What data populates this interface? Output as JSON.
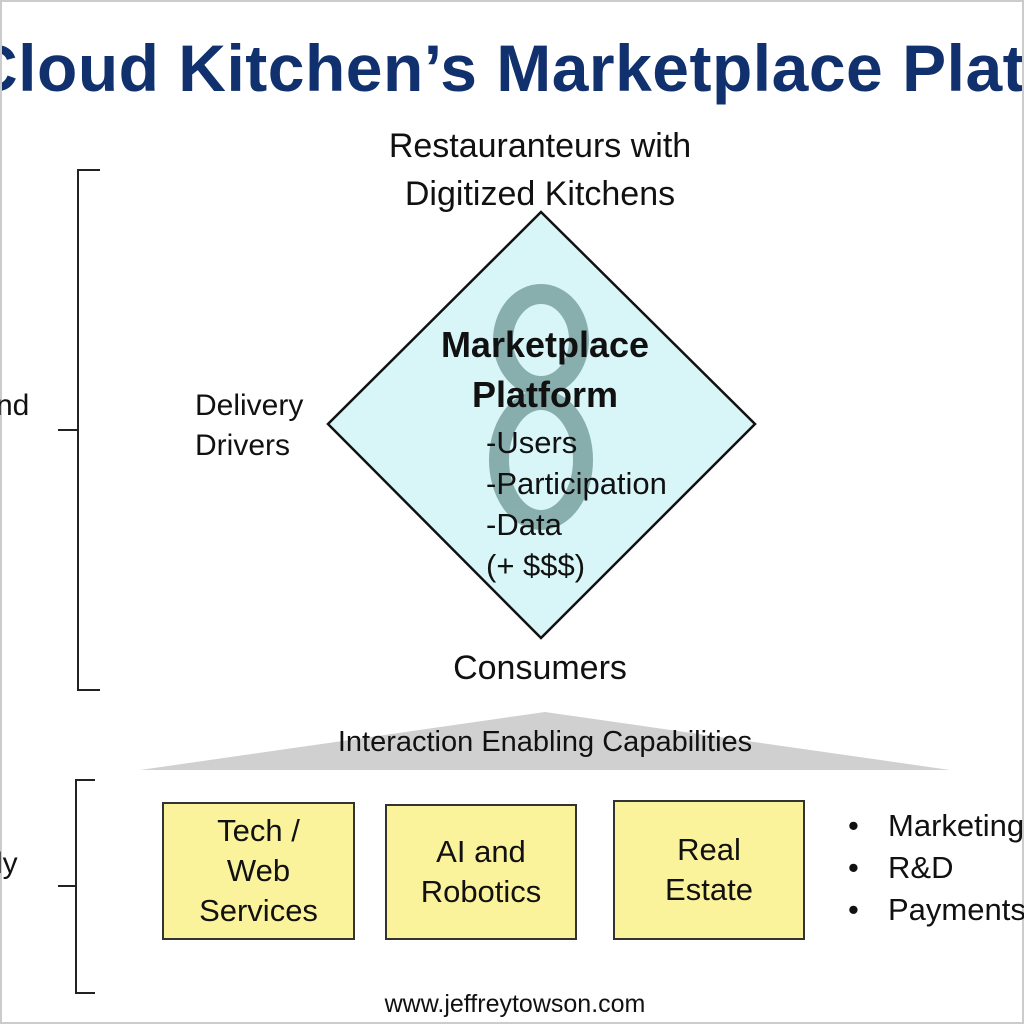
{
  "title": "Cloud Kitchen’s Marketplace Platform",
  "top_label": [
    "Restauranteurs with",
    "Digitized Kitchens"
  ],
  "left_label": [
    "Delivery",
    "Drivers"
  ],
  "bottom_label": "Consumers",
  "center_title": [
    "Marketplace",
    "Platform"
  ],
  "center_list": [
    "-Users",
    "-Participation",
    "-Data",
    "(+ $$$)"
  ],
  "side_labels": [
    "nd",
    "ly"
  ],
  "interaction_label": "Interaction Enabling Capabilities",
  "capabilities": [
    {
      "lines": [
        "Tech /",
        "Web",
        "Services"
      ]
    },
    {
      "lines": [
        "AI and",
        "Robotics"
      ]
    },
    {
      "lines": [
        "Real",
        "Estate"
      ]
    }
  ],
  "bullets": [
    "Marketing",
    "R&D",
    "Payments"
  ],
  "footer": "www.jeffreytowson.com",
  "colors": {
    "title": "#10306e",
    "diamond_fill": "#d8f6f8",
    "infinity": "#7fa6a4",
    "box_fill": "#fbf39c",
    "triangle": "#d0d0d0"
  },
  "icons": {
    "center": "infinity-loop-icon",
    "bullet": "bullet-dot"
  }
}
